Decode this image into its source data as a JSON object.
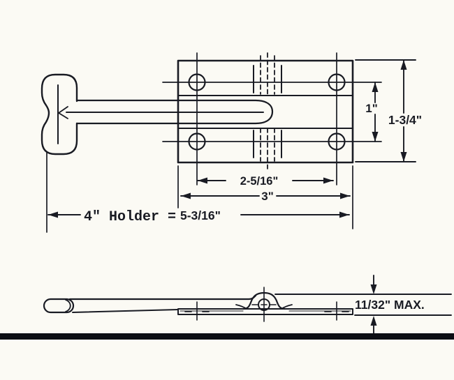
{
  "document": {
    "background": "#fbfaf4",
    "ink": "#191b23",
    "separator_color": "#0c0e14"
  },
  "top_view": {
    "dim_hole_spacing_vertical": "1\"",
    "dim_bracket_height": "1-3/4\"",
    "dim_hole_spacing_horizontal": "2-5/16\"",
    "dim_bracket_width": "3\"",
    "dim_overall_label": "4\" Holder =",
    "dim_overall_value": "5-3/16\""
  },
  "side_view": {
    "dim_profile_height": "11/32\" MAX."
  }
}
